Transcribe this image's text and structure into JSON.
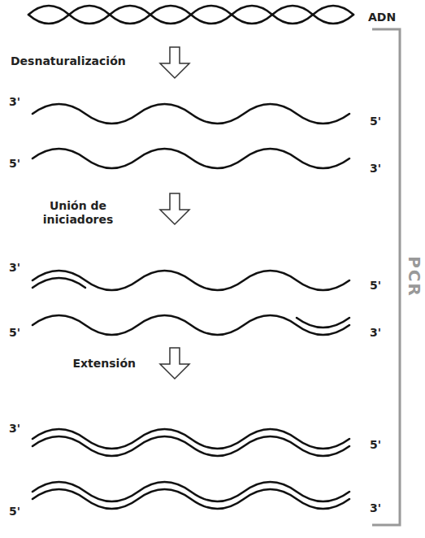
{
  "diagram": {
    "labels": [
      "ADN",
      "Desnaturalización",
      "3'",
      "5'",
      "5'",
      "3'",
      "Unión de iniciadores",
      "3'",
      "5'",
      "5'",
      "3'",
      "Extensión",
      "3'",
      "5'",
      "5'",
      "3'",
      "PCR"
    ]
  }
}
